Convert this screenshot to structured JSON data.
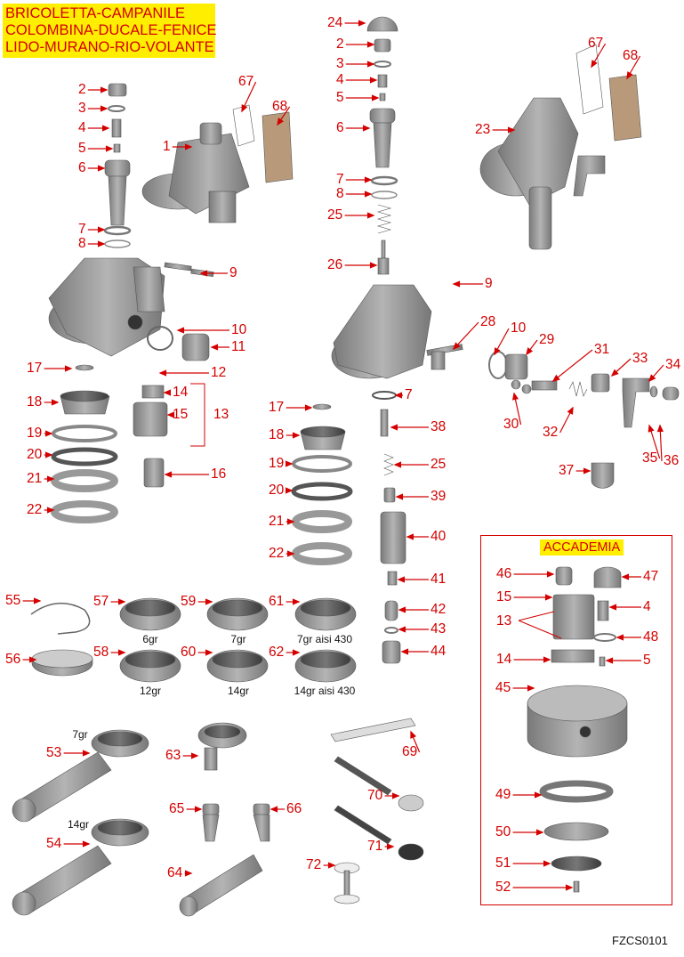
{
  "title_lines": [
    "BRICOLETTA-CAMPANILE",
    "COLOMBINA-DUCALE-FENICE",
    "LIDO-MURANO-RIO-VOLANTE"
  ],
  "accademia_label": "ACCADEMIA",
  "drawing_code": "FZCS0101",
  "callouts": [
    "2",
    "3",
    "4",
    "5",
    "6",
    "1",
    "67",
    "68",
    "7",
    "8",
    "9",
    "10",
    "11",
    "17",
    "12",
    "14",
    "13",
    "15",
    "18",
    "19",
    "20",
    "21",
    "22",
    "16",
    "24",
    "2",
    "3",
    "4",
    "5",
    "6",
    "7",
    "8",
    "25",
    "26",
    "9",
    "28",
    "10",
    "29",
    "31",
    "33",
    "34",
    "30",
    "32",
    "7",
    "17",
    "18",
    "38",
    "19",
    "25",
    "20",
    "39",
    "21",
    "40",
    "22",
    "37",
    "35",
    "36",
    "41",
    "42",
    "43",
    "44",
    "67",
    "68",
    "23",
    "46",
    "47",
    "15",
    "4",
    "13",
    "48",
    "14",
    "5",
    "45",
    "49",
    "50",
    "51",
    "52",
    "55",
    "57",
    "59",
    "61",
    "56",
    "58",
    "60",
    "62",
    "53",
    "63",
    "69",
    "54",
    "65",
    "66",
    "70",
    "71",
    "72",
    "64"
  ],
  "captions": [
    "6gr",
    "7gr",
    "7gr aisi 430",
    "12gr",
    "14gr",
    "14gr aisi 430",
    "7gr",
    "14gr"
  ],
  "colors": {
    "callout": "#d40000",
    "highlight": "#ffee00",
    "part": "#9a9a9a"
  }
}
